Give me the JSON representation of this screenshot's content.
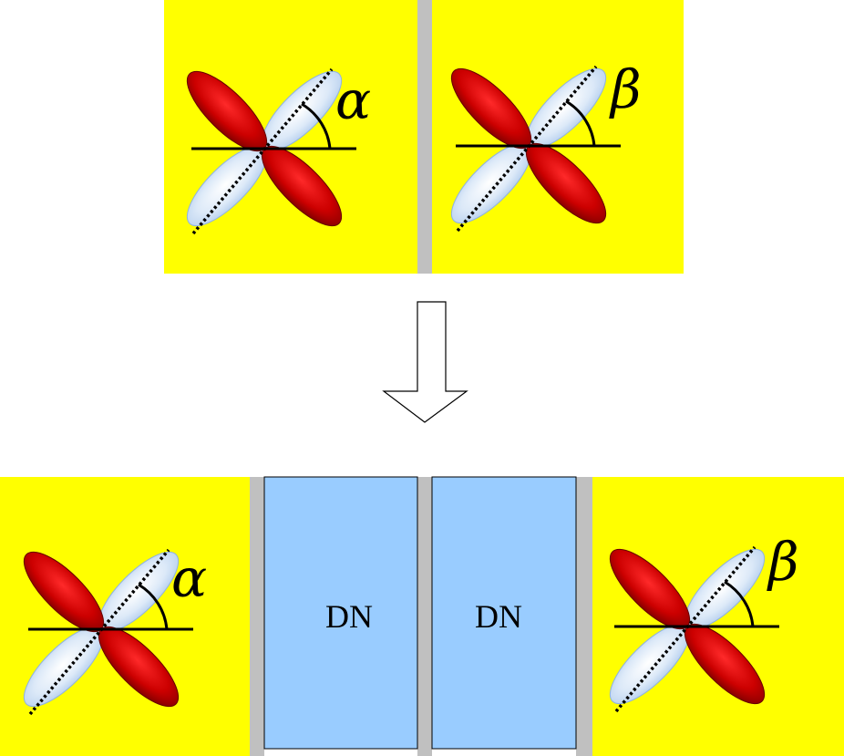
{
  "colors": {
    "junction_background": "#ffff00",
    "barrier": "#c0c0c0",
    "dn_region": "#99ccff",
    "lobe_positive": "#cc0000",
    "lobe_negative": "#c8dcf4",
    "arrow_fill": "#ffffff",
    "line": "#000000"
  },
  "top_row": {
    "left_angle": "α",
    "right_angle": "β"
  },
  "arrow": {
    "direction": "down",
    "icon": "hollow-down-arrow"
  },
  "bottom_row": {
    "left_angle": "α",
    "right_angle": "β",
    "dn_left_label": "DN",
    "dn_right_label": "DN"
  }
}
